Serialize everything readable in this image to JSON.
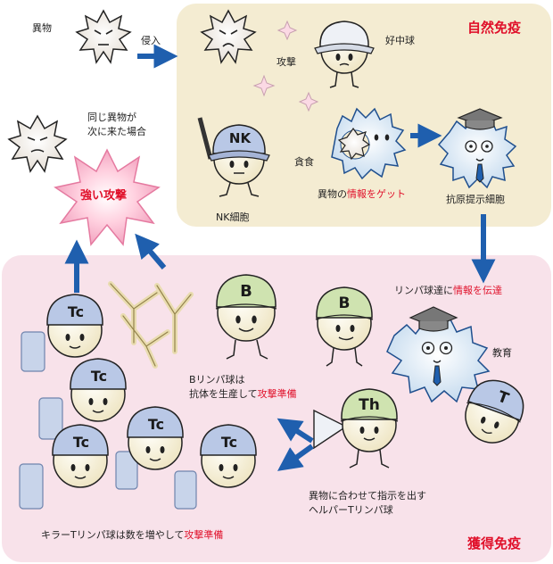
{
  "titles": {
    "innate": "自然免疫",
    "acquired": "獲得免疫"
  },
  "labels": {
    "foreign": "異物",
    "invade": "侵入",
    "neutrophil": "好中球",
    "attack": "攻撃",
    "nk_cell": "NK細胞",
    "phagocytosis": "貪食",
    "info_get_a": "異物の",
    "info_get_b": "情報をゲット",
    "apc": "抗原提示細胞",
    "same_foreign_1": "同じ異物が",
    "same_foreign_2": "次に来た場合",
    "strong_attack": "強い攻撃",
    "lymph_a": "リンパ球達に",
    "lymph_b": "情報を伝達",
    "education": "教育",
    "b_cell_1": "Bリンパ球は",
    "b_cell_2a": "抗体を生産して",
    "b_cell_2b": "攻撃準備",
    "helper_1": "異物に合わせて指示を出す",
    "helper_2": "ヘルパーTリンパ球",
    "killer_a": "キラーTリンパ球は数を増やして",
    "killer_b": "攻撃準備"
  },
  "hat_labels": {
    "nk": "NK",
    "b": "B",
    "th": "Th",
    "t": "T",
    "tc": "Tc"
  },
  "colors": {
    "innate_bg": "#f4ecd2",
    "acquired_bg": "#f8e2ea",
    "arrow": "#1f5fae",
    "accent_red": "#e0102a",
    "hat_blue": "#b9c8e6",
    "hat_green": "#cfe3b0",
    "hat_white": "#eef1f6"
  }
}
